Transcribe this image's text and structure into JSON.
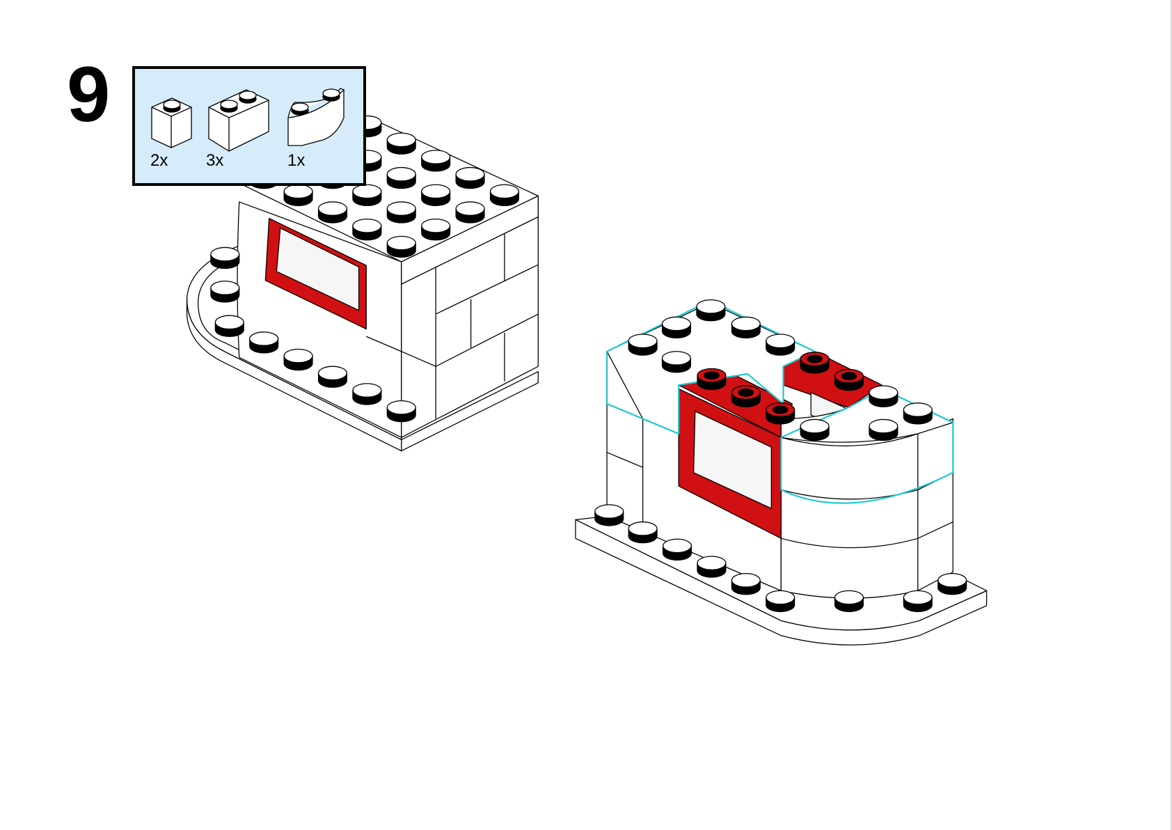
{
  "step": {
    "number": "9"
  },
  "parts_list": {
    "items": [
      {
        "icon": "brick-1x1-white",
        "count": "2x"
      },
      {
        "icon": "brick-1x2-white",
        "count": "3x"
      },
      {
        "icon": "brick-round-corner-white",
        "count": "1x"
      }
    ],
    "background": "#d6ecfb"
  },
  "colors": {
    "red": "#d01012",
    "highlight": "#19c8d2",
    "white": "#ffffff"
  }
}
